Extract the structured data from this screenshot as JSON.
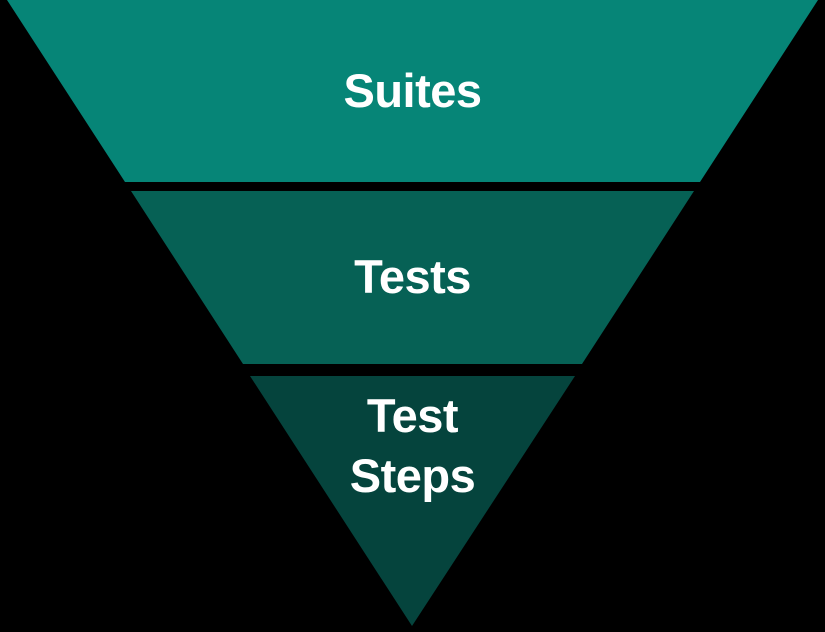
{
  "diagram": {
    "type": "inverted-pyramid-funnel",
    "background_color": "#000000",
    "text_color": "#ffffff",
    "tiers": [
      {
        "id": "suites",
        "label": "Suites",
        "color": "#068577"
      },
      {
        "id": "tests",
        "label": "Tests",
        "color": "#066155"
      },
      {
        "id": "test-steps",
        "label": "Test Steps",
        "lines": [
          "Test",
          "Steps"
        ],
        "color": "#05443D"
      }
    ]
  }
}
